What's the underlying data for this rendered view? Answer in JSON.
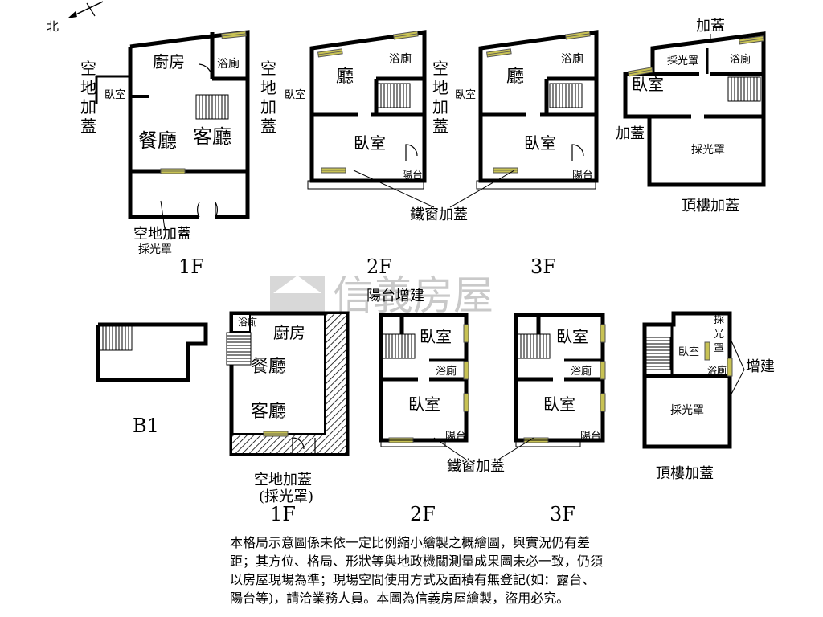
{
  "compass": {
    "north": "北"
  },
  "watermark": {
    "brand": "信義房屋",
    "small": "本圖為信義房屋繪製，盜用必究"
  },
  "labels": {
    "kitchen": "廚房",
    "bath": "浴廁",
    "bedroom": "臥室",
    "dining": "餐廳",
    "living": "客廳",
    "hall": "廳",
    "skylight": "採光罩",
    "balcony": "陽台",
    "addon": "加蓋",
    "yard_addon_v": "空地加蓋",
    "yard_addon": "空地加蓋",
    "yard_addon_paren": "(採光罩)",
    "iron_window": "鐵窗加蓋",
    "roof_addon": "頂樓加蓋",
    "balcony_extension": "陽台增建",
    "extension": "增建",
    "sky_v1": "採",
    "sky_v2": "光",
    "sky_v3": "罩",
    "v1": "空",
    "v2": "地",
    "v3": "加",
    "v4": "蓋"
  },
  "floors": {
    "f1": "1F",
    "f2": "2F",
    "f3": "3F",
    "b1": "B1"
  },
  "disclaimer": [
    "本格局示意圖係未依一定比例縮小繪製之概繪圖，與實況仍有差",
    "距；其方位、格局、形狀等與地政機關測量成果圖未必一致，仍須",
    "以房屋現場為準；現場空間使用方式及面積有無登記(如：露台、",
    "陽台等)，請洽業務人員。本圖為信義房屋繪製，盜用必究。"
  ]
}
